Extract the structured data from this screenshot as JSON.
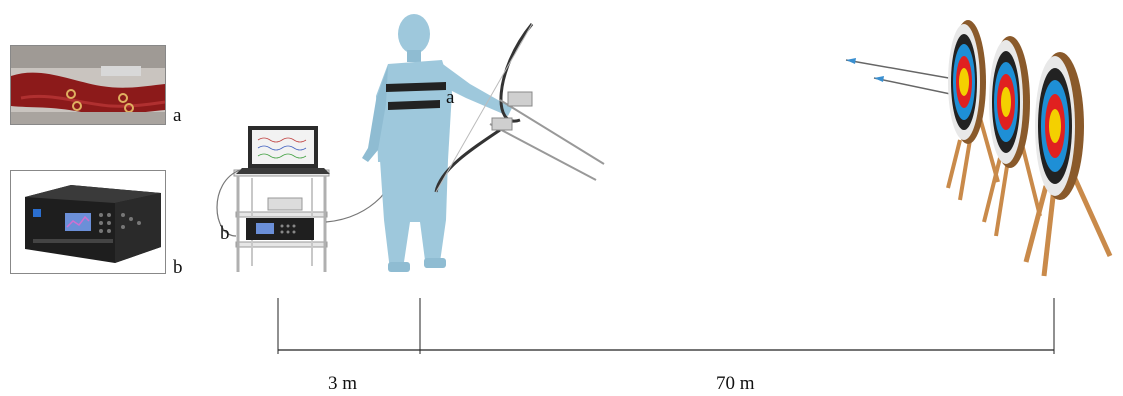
{
  "labels": {
    "inset_belt": "a",
    "inset_device": "b",
    "archer_belt": "a",
    "cart_device": "b"
  },
  "distances": {
    "first": "3 m",
    "second": "70 m"
  },
  "icons": {
    "belt": "sensor-belt-photo",
    "device": "data-acquisition-unit-photo",
    "laptop": "laptop-icon",
    "archer": "archer-figure",
    "targets": "archery-target-icon"
  },
  "colors": {
    "archer_fill": "#9ec8dc",
    "belt_band": "#222222",
    "target_gold": "#f4d000",
    "target_red": "#e02020",
    "target_blue": "#1e8fd6",
    "target_black": "#222222",
    "target_rim": "#8a5a2b",
    "stand_wood": "#c98a4a"
  }
}
